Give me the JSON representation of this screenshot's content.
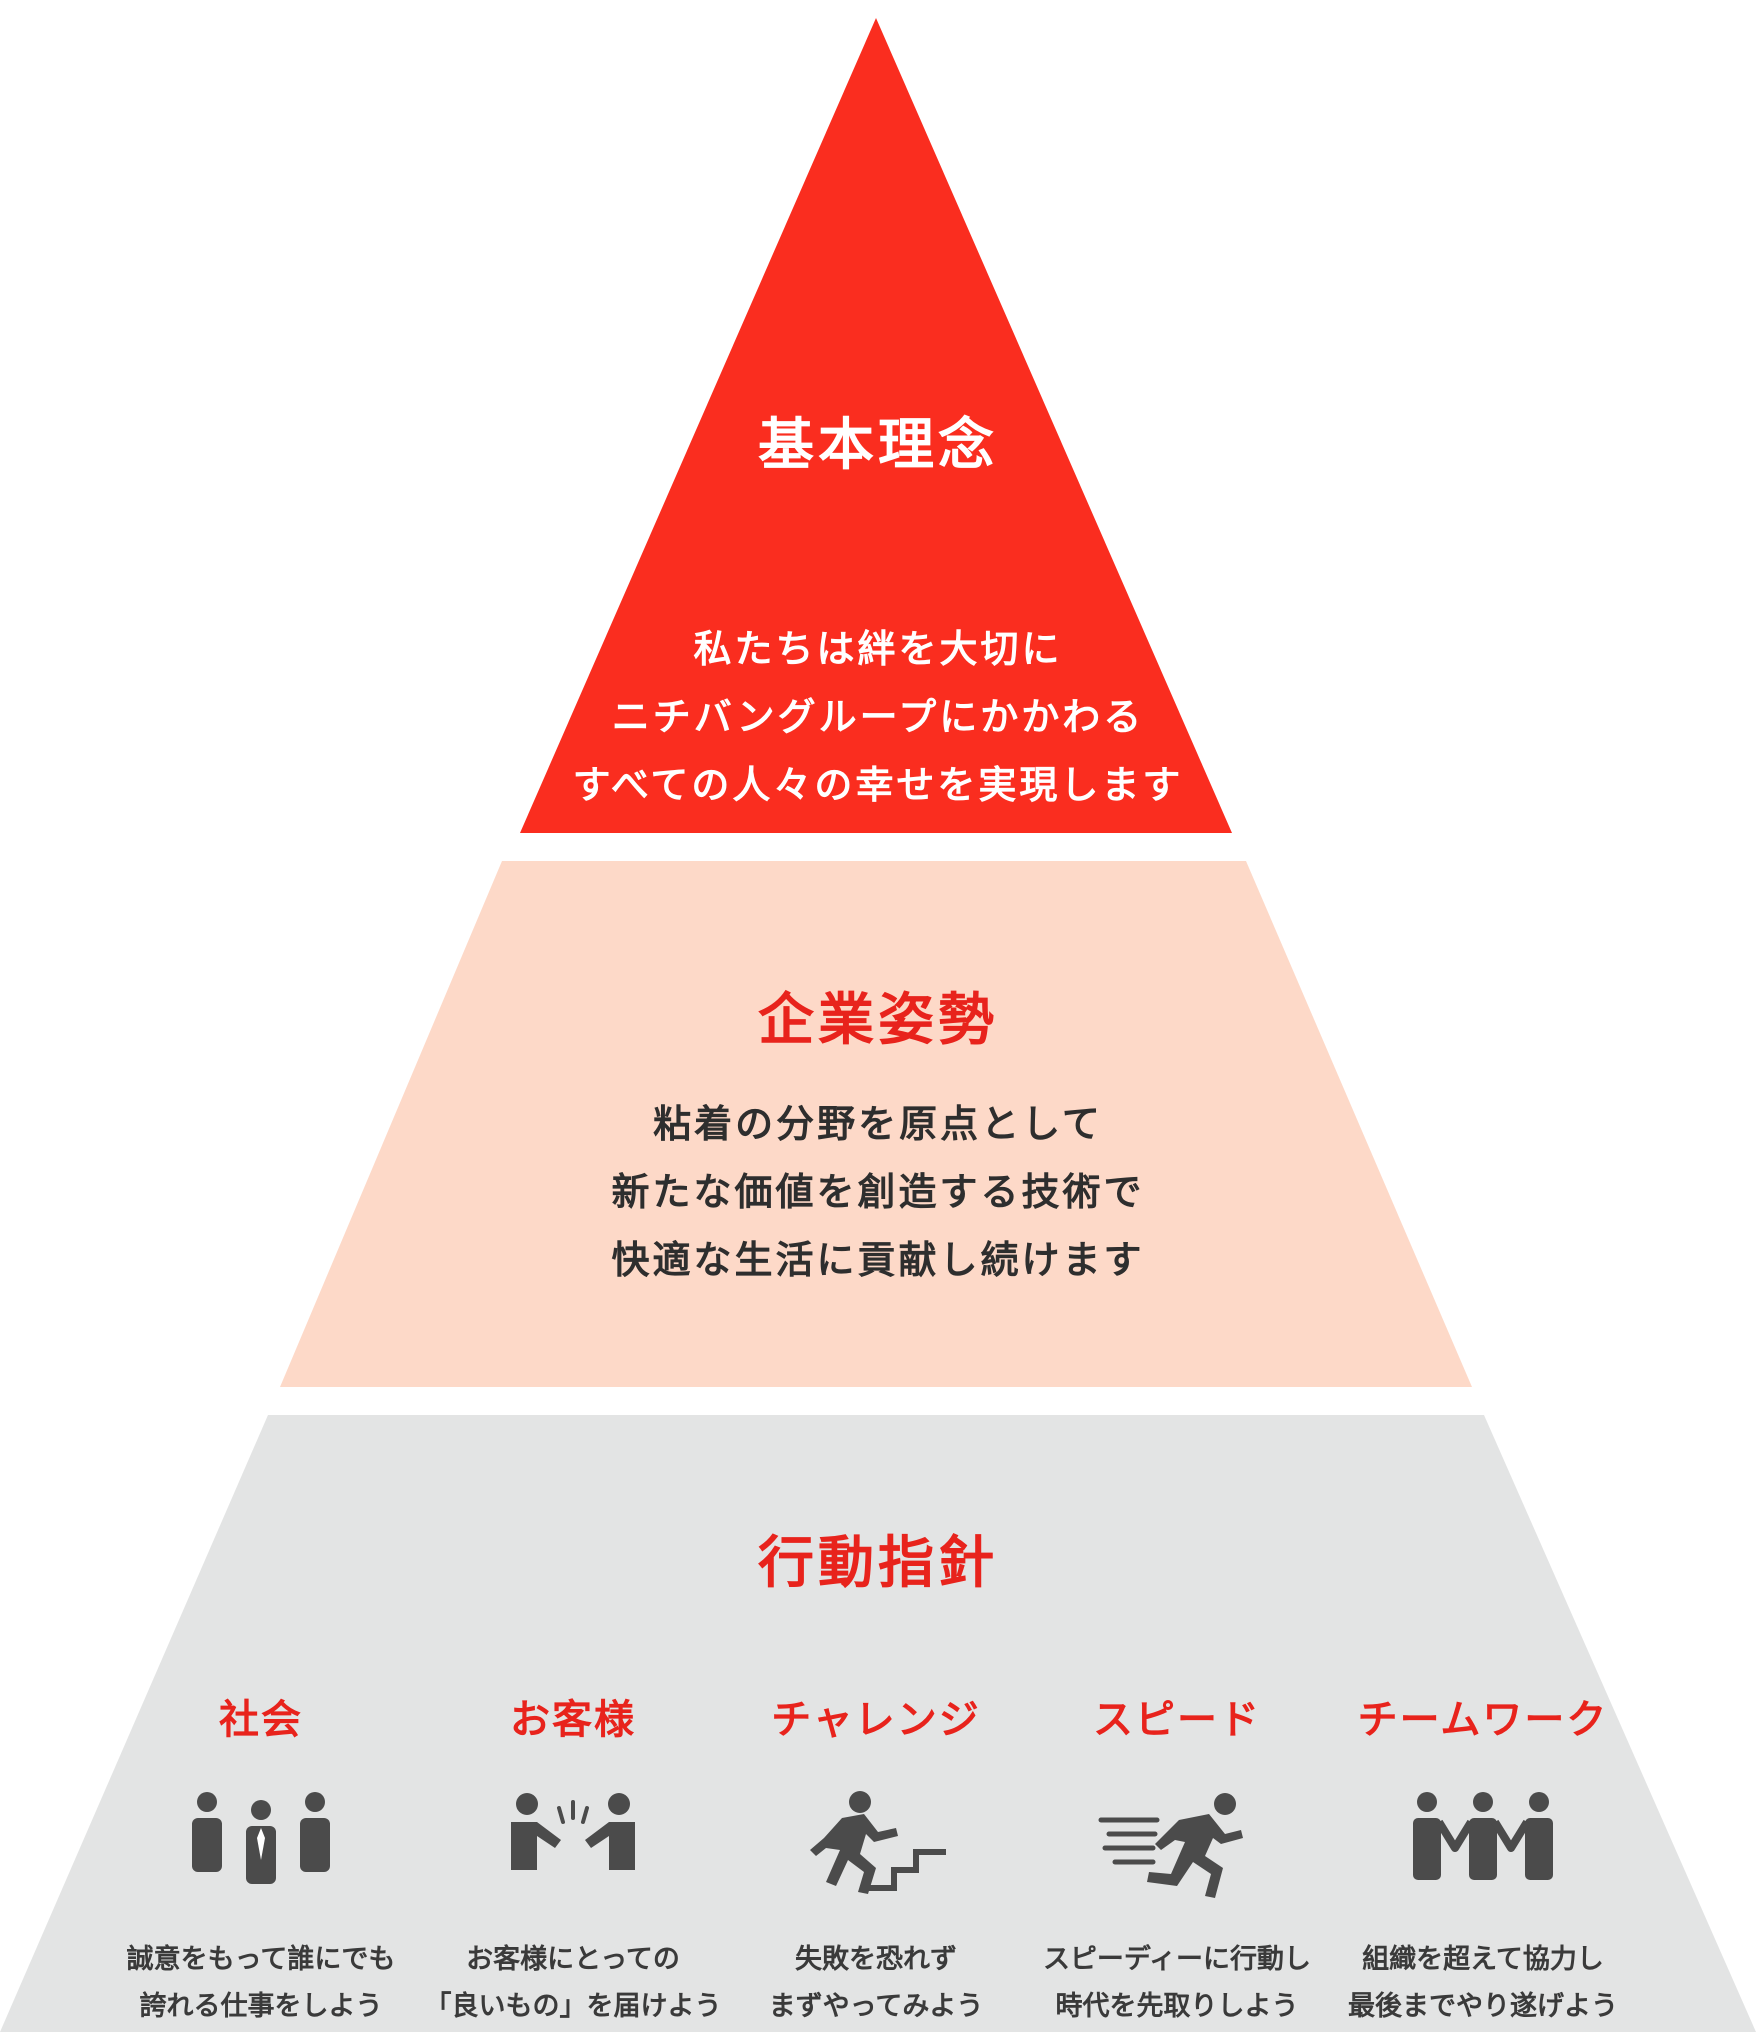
{
  "colors": {
    "top_tier": "#fa2d1f",
    "middle_tier": "#fdd9c8",
    "bottom_tier": "#e3e4e4",
    "accent_red": "#e8231c",
    "icon_gray": "#4b4b4b"
  },
  "tiers": {
    "philosophy": {
      "title": "基本理念",
      "lines": [
        "私たちは絆を大切に",
        "ニチバングループにかかわる",
        "すべての人々の幸せを実現します"
      ]
    },
    "stance": {
      "title": "企業姿勢",
      "lines": [
        "粘着の分野を原点として",
        "新たな価値を創造する技術で",
        "快適な生活に貢献し続けます"
      ]
    },
    "conduct": {
      "title": "行動指針",
      "pillars": [
        {
          "title": "社会",
          "icon": "three-people-icon",
          "lines": [
            "誠意をもって誰にでも",
            "誇れる仕事をしよう"
          ]
        },
        {
          "title": "お客様",
          "icon": "handshake-icon",
          "lines": [
            "お客様にとっての",
            "「良いもの」を届けよう"
          ]
        },
        {
          "title": "チャレンジ",
          "icon": "climbing-stairs-icon",
          "lines": [
            "失敗を恐れず",
            "まずやってみよう"
          ]
        },
        {
          "title": "スピード",
          "icon": "running-person-icon",
          "lines": [
            "スピーディーに行動し",
            "時代を先取りしよう"
          ]
        },
        {
          "title": "チームワーク",
          "icon": "team-holding-hands-icon",
          "lines": [
            "組織を超えて協力し",
            "最後までやり遂げよう"
          ]
        }
      ]
    }
  }
}
